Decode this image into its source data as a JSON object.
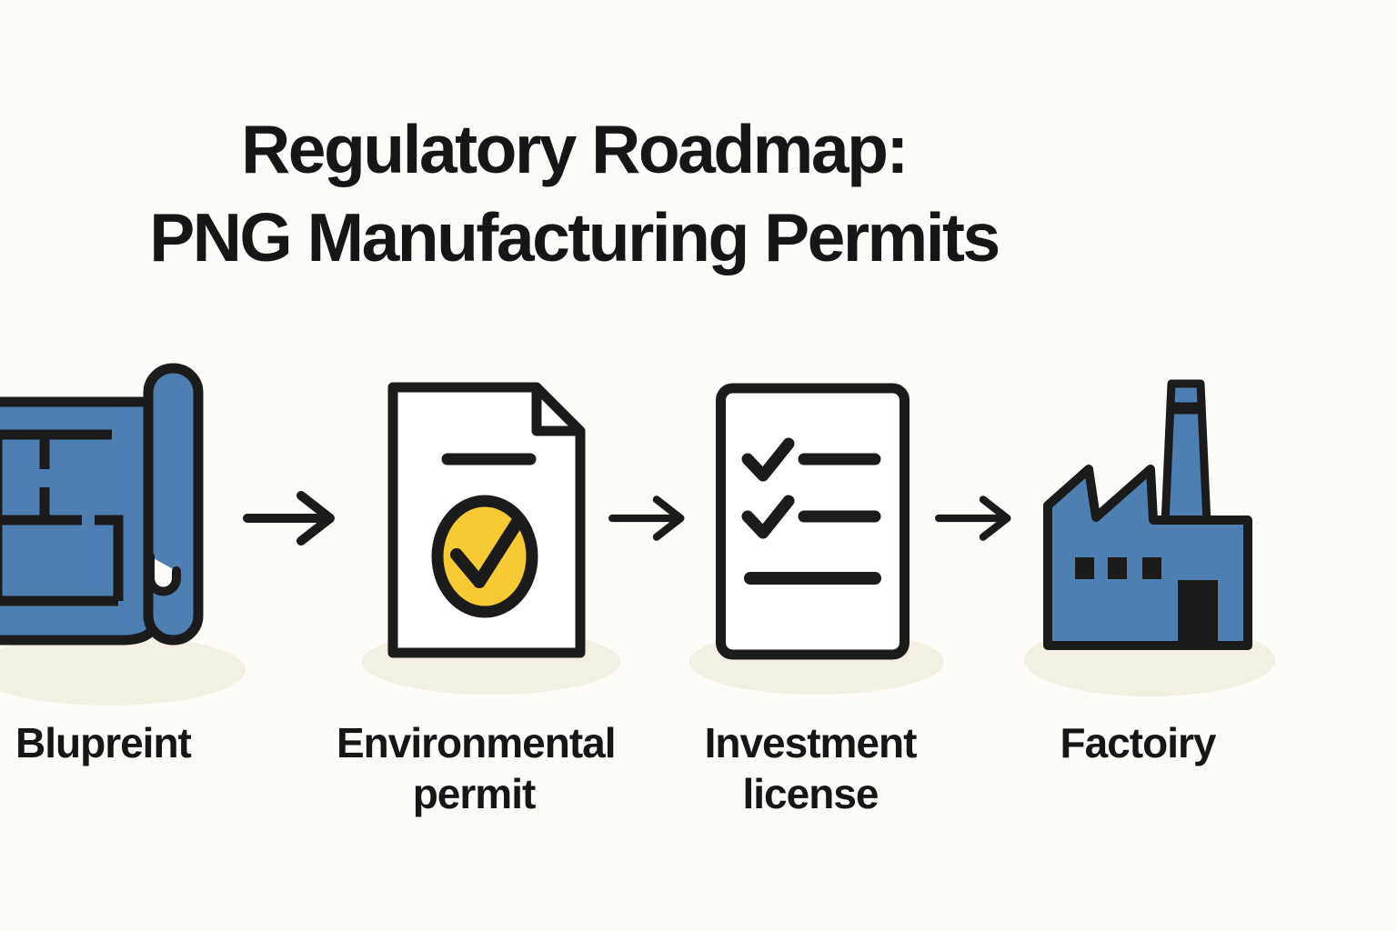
{
  "title": {
    "line1": "Regulatory Roadmap:",
    "line2": "PNG Manufacturing Permits"
  },
  "steps": [
    {
      "name": "blueprint",
      "icon": "blueprint-icon",
      "label_lines": [
        "Blupreint"
      ]
    },
    {
      "name": "environmental-permit",
      "icon": "approved-document-icon",
      "label_lines": [
        "Environmental",
        "permit"
      ]
    },
    {
      "name": "investment-license",
      "icon": "checklist-document-icon",
      "label_lines": [
        "Investment",
        "license"
      ]
    },
    {
      "name": "factory",
      "icon": "factory-icon",
      "label_lines": [
        "Factoiry"
      ]
    }
  ],
  "connectors": [
    {
      "icon": "arrow-right-icon"
    },
    {
      "icon": "arrow-right-icon"
    },
    {
      "icon": "arrow-right-icon"
    }
  ],
  "colors": {
    "background": "#fdfcf8",
    "outline": "#1b1b1b",
    "blueprint_blue": "#4d7fb2",
    "badge_yellow": "#f7ca33",
    "paper_white": "#ffffff",
    "shadow_cream": "#f3efe2",
    "text": "#161616"
  }
}
